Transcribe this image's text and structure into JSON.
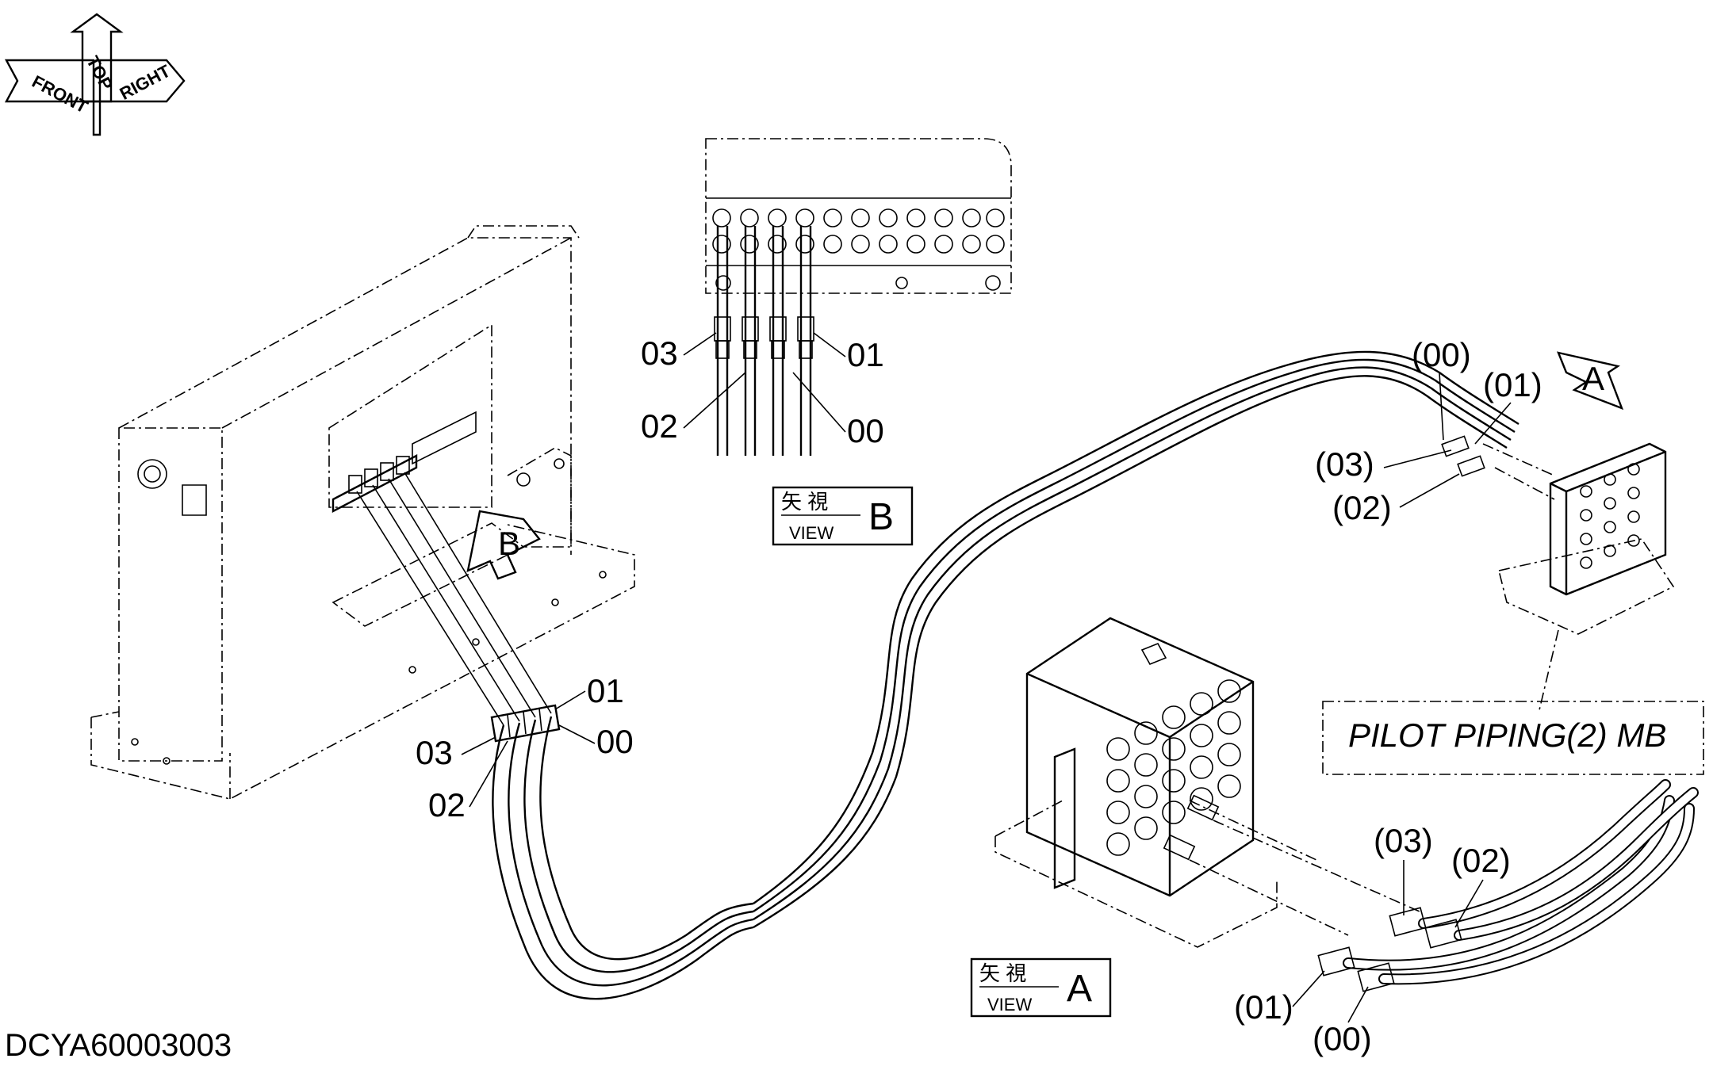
{
  "drawing_id": "DCYA60003003",
  "orientation": {
    "front": "FRONT",
    "top": "TOP",
    "right": "RIGHT"
  },
  "view_b": {
    "kanji": "矢 視",
    "view_word": "VIEW",
    "letter": "B",
    "labels": [
      "03",
      "02",
      "01",
      "00"
    ]
  },
  "view_a": {
    "kanji": "矢 視",
    "view_word": "VIEW",
    "letter": "A"
  },
  "view_arrows": {
    "a": "A",
    "b": "B"
  },
  "mid_labels": [
    "01",
    "00",
    "03",
    "02"
  ],
  "upper_right_labels": [
    "(00)",
    "(01)",
    "(03)",
    "(02)"
  ],
  "lower_right_labels": [
    "(03)",
    "(02)",
    "(01)",
    "(00)"
  ],
  "reference_box": "PILOT PIPING(2) MB"
}
